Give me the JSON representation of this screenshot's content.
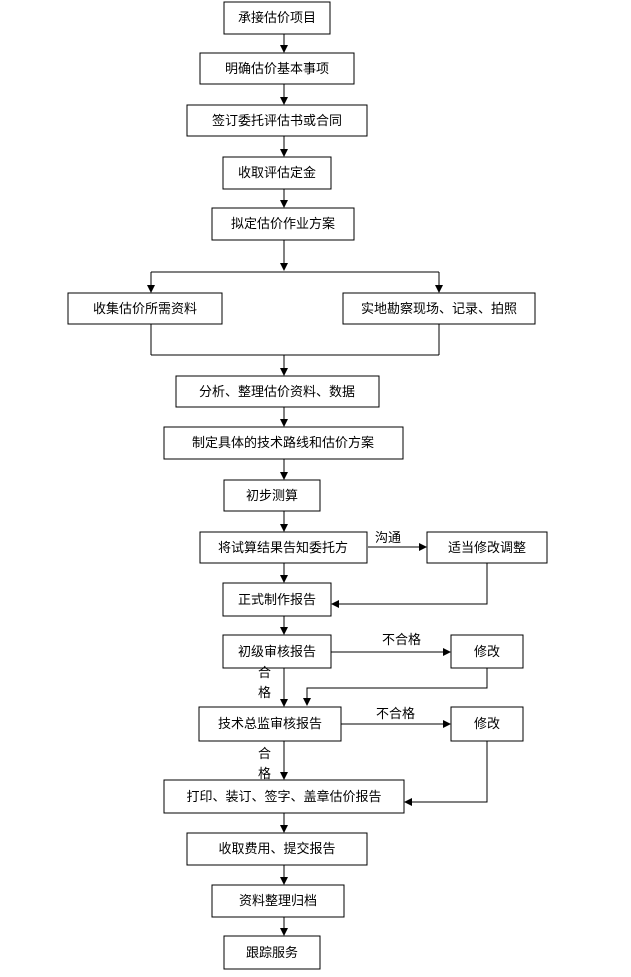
{
  "steps": {
    "s1": "承接估价项目",
    "s2": "明确估价基本事项",
    "s3": "签订委托评估书或合同",
    "s4": "收取评估定金",
    "s5": "拟定估价作业方案",
    "left_branch": "收集估价所需资料",
    "right_branch": "实地勘察现场、记录、拍照",
    "s6": "分析、整理估价资料、数据",
    "s7": "制定具体的技术路线和估价方案",
    "s8": "初步测算",
    "s9": "将试算结果告知委托方",
    "adjust": "适当修改调整",
    "s10": "正式制作报告",
    "s11": "初级审核报告",
    "revise1": "修改",
    "s12": "技术总监审核报告",
    "revise2": "修改",
    "s13": "打印、装订、签字、盖章估价报告",
    "s14": "收取费用、提交报告",
    "s15": "资料整理归档",
    "s16": "跟踪服务"
  },
  "labels": {
    "communicate": "沟通",
    "fail1": "不合格",
    "fail2": "不合格",
    "pass1_a": "合",
    "pass1_b": "格",
    "pass2_a": "合",
    "pass2_b": "格"
  }
}
